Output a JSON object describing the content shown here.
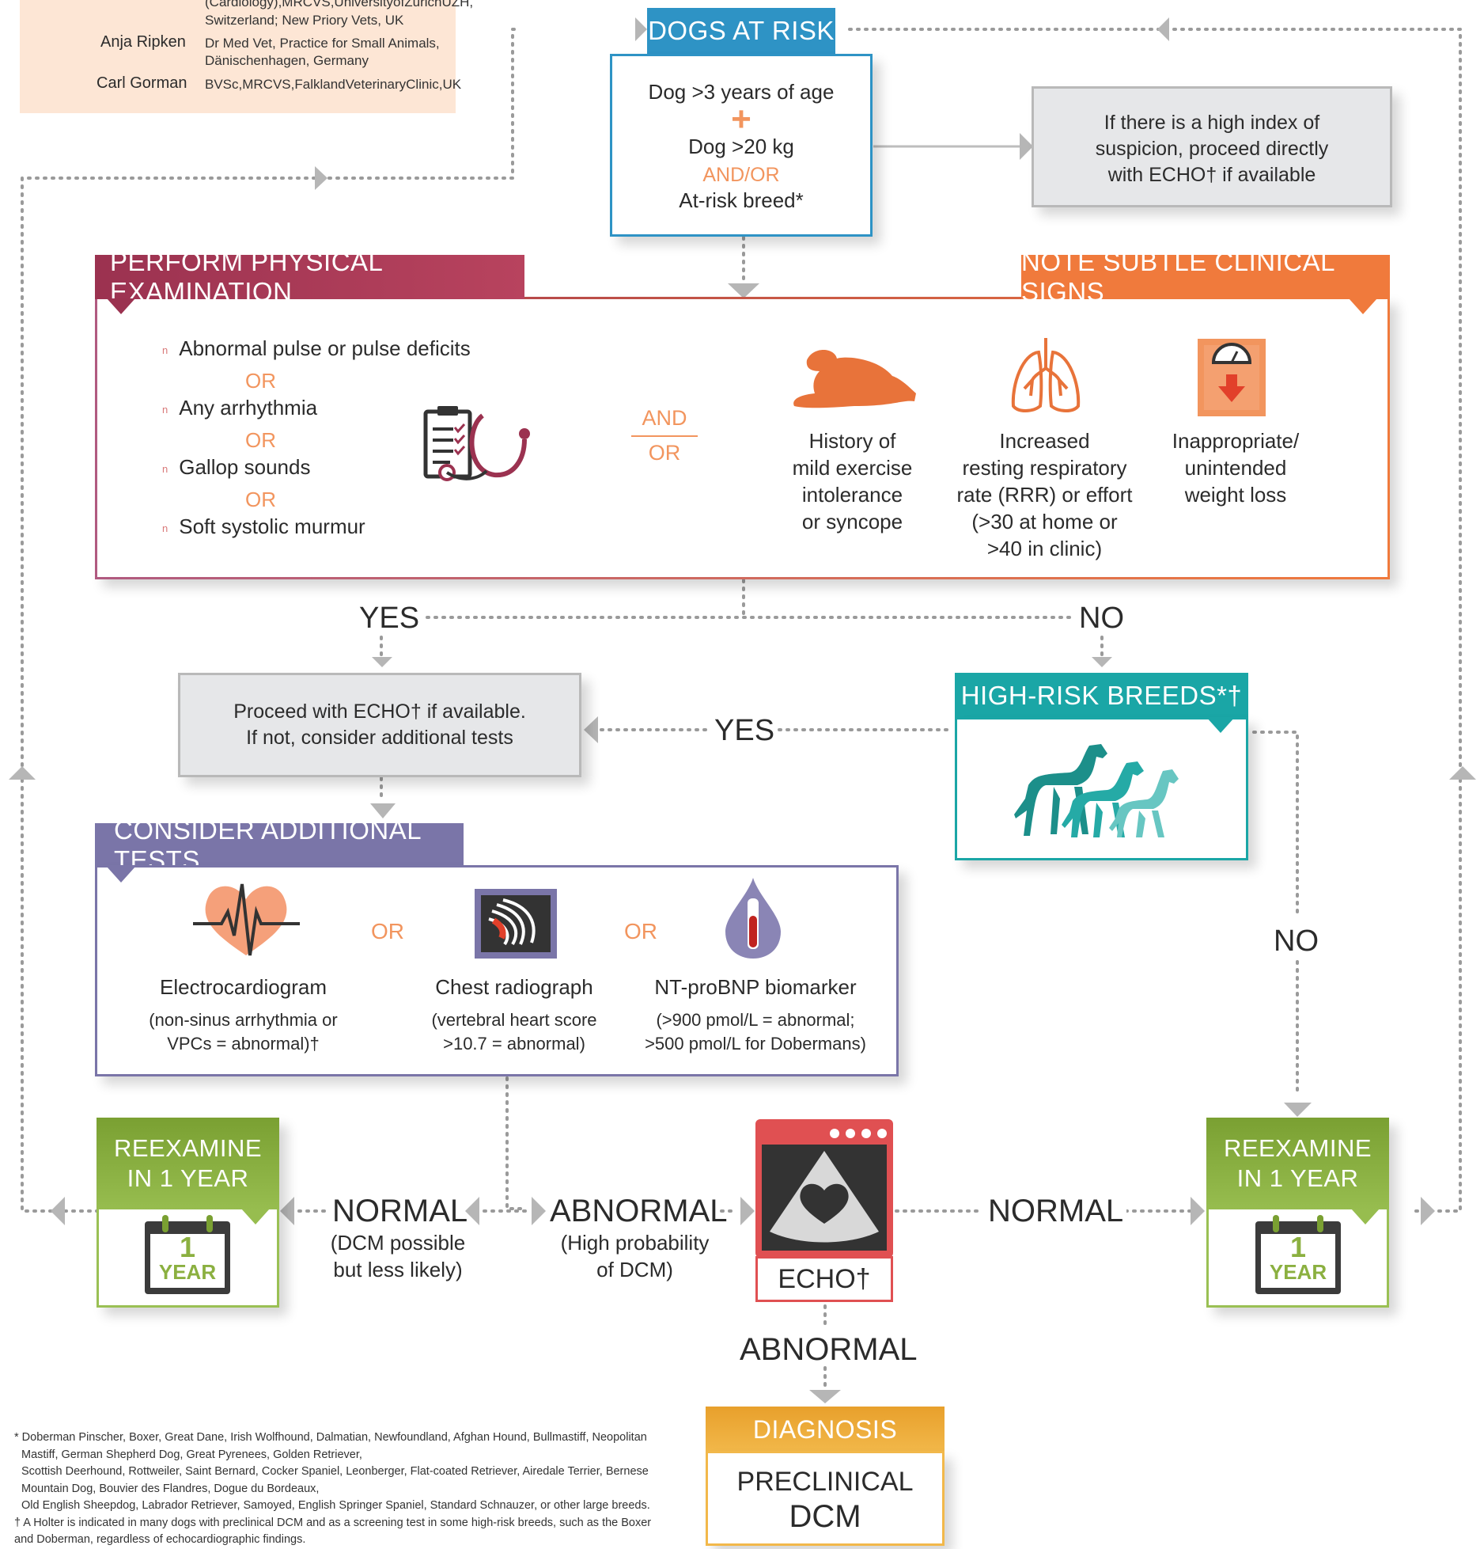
{
  "credits": {
    "line0": "(Cardiology),MRCVS,UniversityofZurichUZH,",
    "line1": "Switzerland; New Priory Vets, UK",
    "authors": [
      {
        "name": "Anja Ripken",
        "details": [
          "Dr Med Vet, Practice for Small Animals,",
          "Dänischenhagen, Germany"
        ]
      },
      {
        "name": "Carl Gorman",
        "details": [
          "BVSc,MRCVS,FalklandVeterinaryClinic,UK"
        ]
      }
    ]
  },
  "dogs_at_risk": {
    "header": "DOGS AT RISK",
    "line1": "Dog >3 years of age",
    "plus": "+",
    "line2": "Dog >20 kg",
    "andor": "AND/OR",
    "line3": "At-risk breed*"
  },
  "high_index": {
    "lines": [
      "If there is a high index of",
      "suspicion, proceed directly",
      "with ECHO† if available"
    ]
  },
  "physical_exam": {
    "header": "PERFORM PHYSICAL EXAMINATION",
    "items": [
      "Abnormal pulse or pulse deficits",
      "Any arrhythmia",
      "Gallop sounds",
      "Soft systolic murmur"
    ],
    "or": "OR",
    "bullet": "n"
  },
  "connector": {
    "and": "AND",
    "or": "OR"
  },
  "clinical_signs": {
    "header": "NOTE SUBTLE CLINICAL SIGNS",
    "signs": [
      {
        "icon": "resting-dog-icon",
        "lines": [
          "History of",
          "mild exercise",
          "intolerance",
          "or syncope"
        ]
      },
      {
        "icon": "lungs-icon",
        "lines": [
          "Increased",
          "resting respiratory",
          "rate (RRR) or effort",
          "(>30 at home or",
          ">40 in clinic)"
        ]
      },
      {
        "icon": "weight-scale-icon",
        "lines": [
          "Inappropriate/",
          "unintended",
          "weight loss"
        ]
      }
    ]
  },
  "decision": {
    "yes": "YES",
    "no": "NO"
  },
  "proceed_echo": {
    "lines": [
      "Proceed with ECHO† if available.",
      "If not, consider additional tests"
    ]
  },
  "high_risk": {
    "header": "HIGH-RISK BREEDS*†",
    "icon": "dogs-icon"
  },
  "additional_tests": {
    "header": "CONSIDER ADDITIONAL TESTS",
    "or": "OR",
    "tests": [
      {
        "icon": "heart-ecg-icon",
        "title": "Electrocardiogram",
        "note": [
          "(non-sinus arrhythmia or",
          "VPCs = abnormal)†"
        ]
      },
      {
        "icon": "xray-icon",
        "title": "Chest radiograph",
        "note": [
          "(vertebral heart score",
          ">10.7 = abnormal)"
        ]
      },
      {
        "icon": "blood-drop-icon",
        "title": "NT-proBNP biomarker",
        "note": [
          "(>900 pmol/L = abnormal;",
          ">500 pmol/L for Dobermans)"
        ]
      }
    ]
  },
  "reexamine": {
    "line1": "REEXAMINE",
    "line2": "IN 1 YEAR",
    "cal_num": "1",
    "cal_word": "YEAR"
  },
  "outcomes": {
    "normal": "NORMAL",
    "normal_note": [
      "(DCM possible",
      "but less likely)"
    ],
    "abnormal": "ABNORMAL",
    "abnormal_note": [
      "(High probability",
      "of DCM)"
    ],
    "echo": "ECHO†",
    "normal_right": "NORMAL",
    "abnormal_bottom": "ABNORMAL"
  },
  "diagnosis": {
    "header": "DIAGNOSIS",
    "line1": "PRECLINICAL",
    "line2": "DCM"
  },
  "footnotes": [
    "* Doberman Pinscher, Boxer, Great Dane, Irish Wolfhound, Dalmatian, Newfoundland, Afghan Hound, Bullmastiff, Neopolitan",
    "Mastiff, German Shepherd Dog, Great Pyrenees, Golden Retriever,",
    "Scottish Deerhound, Rottweiler, Saint Bernard, Cocker Spaniel, Leonberger, Flat-coated Retriever, Airedale Terrier, Bernese",
    "Mountain Dog, Bouvier des Flandres, Dogue du Bordeaux,",
    "Old English Sheepdog, Labrador Retriever, Samoyed, English Springer Spaniel, Standard Schnauzer, or other large breeds.",
    "† A Holter is indicated in many dogs with preclinical DCM and as a screening test in some high-risk breeds, such as the Boxer",
    "and Doberman, regardless of echocardiographic findings."
  ],
  "colors": {
    "teal": "#1aa6a6",
    "blue": "#2e93c5",
    "orange": "#f07a3c",
    "crimson": "#9b3250",
    "purple": "#7a75a8",
    "green": "#7da035",
    "gold": "#e8a02c"
  }
}
